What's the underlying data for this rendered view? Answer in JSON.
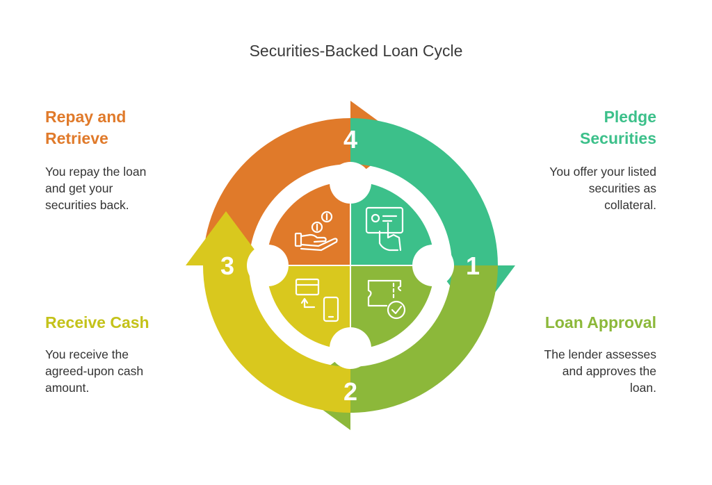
{
  "title": "Securities-Backed Loan Cycle",
  "steps": [
    {
      "number": "1",
      "heading_lines": [
        "Pledge",
        "Securities"
      ],
      "description_lines": [
        "You offer your listed",
        "securities as",
        "collateral."
      ],
      "color": "#3CC08A",
      "icon": "id-card-hand-icon"
    },
    {
      "number": "2",
      "heading_lines": [
        "Loan Approval"
      ],
      "description_lines": [
        "The lender assesses",
        "and approves the",
        "loan."
      ],
      "color": "#8CB83A",
      "icon": "ticket-check-icon"
    },
    {
      "number": "3",
      "heading_lines": [
        "Receive Cash"
      ],
      "description_lines": [
        "You receive the",
        "agreed-upon cash",
        "amount."
      ],
      "color": "#D9C81E",
      "icon": "card-transfer-phone-icon"
    },
    {
      "number": "4",
      "heading_lines": [
        "Repay and",
        "Retrieve"
      ],
      "description_lines": [
        "You repay the loan",
        "and get your",
        "securities back."
      ],
      "color": "#E07A2A",
      "icon": "hand-coins-icon"
    }
  ]
}
